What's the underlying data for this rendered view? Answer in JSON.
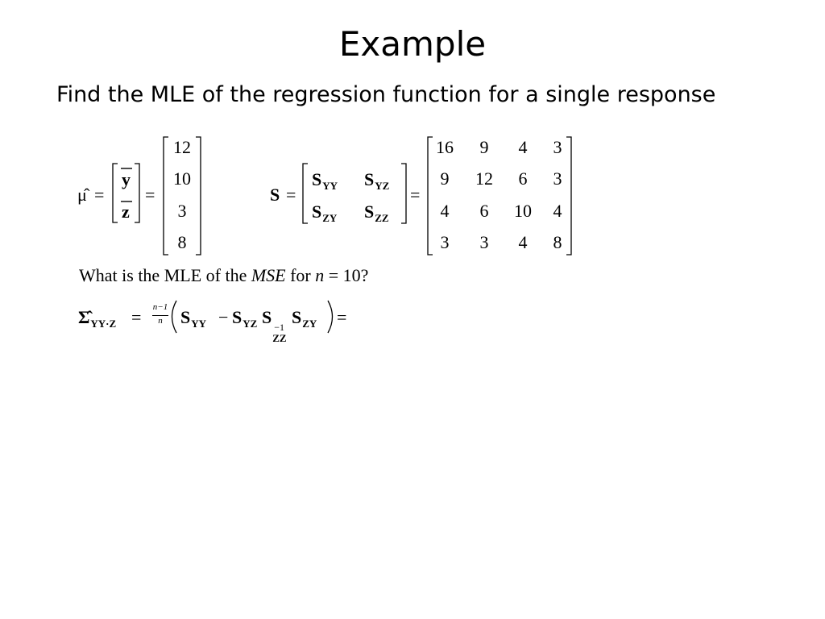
{
  "slide": {
    "title": "Example",
    "subtitle": "Find the MLE of the regression function for a single response"
  },
  "mu_eq": {
    "lhs": "μ̂",
    "eq1": "=",
    "vec": [
      "y",
      "z"
    ],
    "eq2": "=",
    "values": [
      "12",
      "10",
      "3",
      "8"
    ]
  },
  "s_eq": {
    "lhs": "S",
    "eq1": "=",
    "blocks": [
      {
        "base": "S",
        "sub": "YY"
      },
      {
        "base": "S",
        "sub": "YZ"
      },
      {
        "base": "S",
        "sub": "ZY"
      },
      {
        "base": "S",
        "sub": "ZZ"
      }
    ],
    "eq2": "=",
    "matrix": [
      [
        "16",
        "9",
        "4",
        "3"
      ],
      [
        "9",
        "12",
        "6",
        "3"
      ],
      [
        "4",
        "6",
        "10",
        "4"
      ],
      [
        "3",
        "3",
        "4",
        "8"
      ]
    ]
  },
  "question": {
    "part1": "What is the MLE of the ",
    "italic": "MSE",
    "part2": " for ",
    "var": "n",
    "part3": " = 10?"
  },
  "sigma_eq": {
    "lhs": "Σ̂",
    "lhs_sub": "YY·Z",
    "eq1": "=",
    "frac_num": "n−1",
    "frac_den": "n",
    "t1": "S",
    "t1_sub": "YY",
    "minus": "−",
    "t2": "S",
    "t2_sub": "YZ",
    "t3": "S",
    "t3_sub": "ZZ",
    "t3_sup": "−1",
    "t4": "S",
    "t4_sub": "ZY",
    "eq2": "="
  }
}
